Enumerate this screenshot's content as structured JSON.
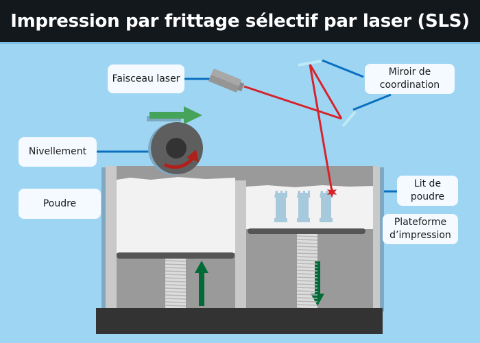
{
  "title": "Impression par frittage sélectif par laser (SLS)",
  "labels": {
    "laser_beam": "Faisceau laser",
    "mirror_line1": "Miroir de",
    "mirror_line2": "coordination",
    "leveling": "Nivellement",
    "powder": "Poudre",
    "powder_bed_line1": "Lit de",
    "powder_bed_line2": "poudre",
    "platform_line1": "Plateforme",
    "platform_line2": "d’impression"
  },
  "colors": {
    "background": "#9dd5f3",
    "title_bar": "#13181d",
    "laser": "#d6232a",
    "leader_line": "#0a6fbf",
    "arrow_green": "#46a35a",
    "arrow_dark_green": "#006b36",
    "roller": "#5e5e5e",
    "rotation_arrow": "#b0201b",
    "base": "#333333",
    "printed_part": "#a7c9dc"
  },
  "components": {
    "laser_source": "laser-emitter",
    "mirrors": 2,
    "printed_parts": [
      "tower",
      "tower",
      "tower"
    ],
    "left_piston_direction": "up",
    "right_piston_direction": "down",
    "roller_motion": "right"
  }
}
